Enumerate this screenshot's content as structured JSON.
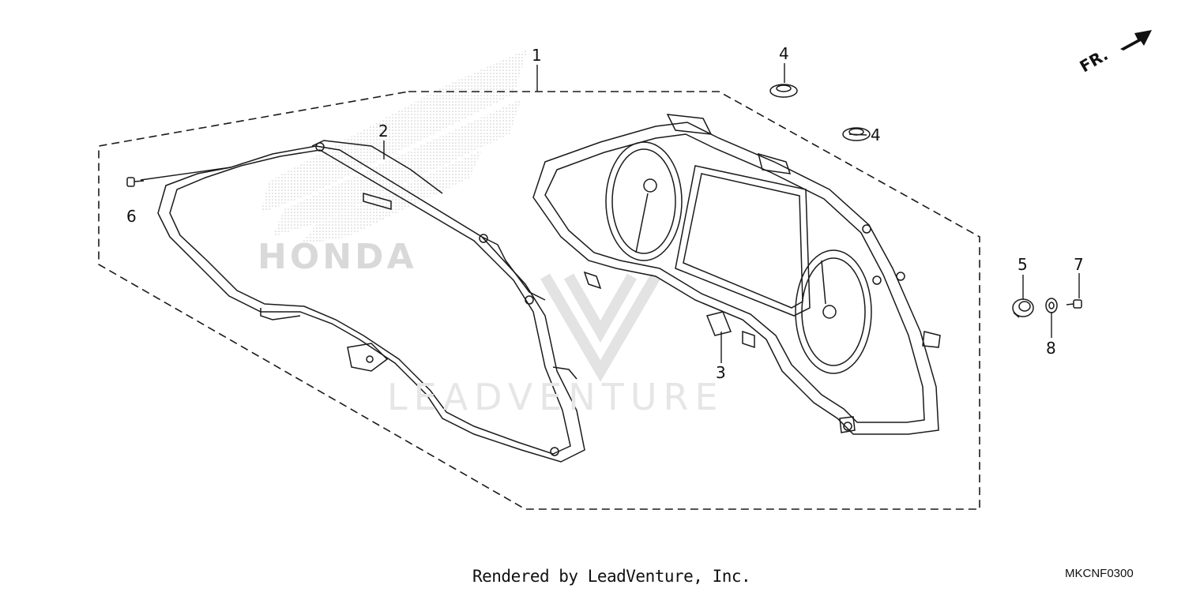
{
  "diagram": {
    "callouts": {
      "c1": "1",
      "c2": "2",
      "c3": "3",
      "c4a": "4",
      "c4b": "4",
      "c5": "5",
      "c6": "6",
      "c7": "7",
      "c8": "8"
    },
    "direction_label": "FR.",
    "watermark_brand": "HONDA",
    "watermark_dealer": "LEADVENTURE",
    "footer_credit": "Rendered by LeadVenture, Inc.",
    "diagram_code": "MKCNF0300"
  },
  "colors": {
    "line": "#1a1a1a",
    "watermark": "#d9d9d9"
  }
}
